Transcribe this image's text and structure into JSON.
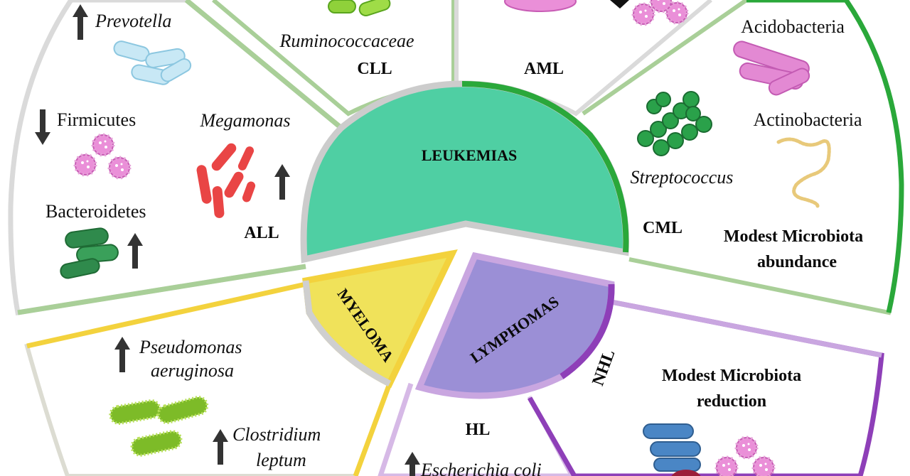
{
  "hubs": {
    "leukemias": "LEUKEMIAS",
    "myeloma": "MYELOMA",
    "lymphomas": "LYMPHOMAS"
  },
  "subtypes": {
    "cll": "CLL",
    "aml": "AML",
    "all": "ALL",
    "cml": "CML",
    "hl": "HL",
    "nhl": "NHL"
  },
  "labels": {
    "prevotella": "Prevotella",
    "ruminococcaceae": "Ruminococcaceae",
    "firmicutes": "Firmicutes",
    "megamonas": "Megamonas",
    "bacteroidetes": "Bacteroidetes",
    "acidobacteria": "Acidobacteria",
    "actinobacteria": "Actinobacteria",
    "streptococcus": "Streptococcus",
    "pseudomonas_line1": "Pseudomonas",
    "pseudomonas_line2": "aeruginosa",
    "clostridium_line1": "Clostridium",
    "clostridium_line2": "leptum",
    "escherichia": "Escherichia coli"
  },
  "notes": {
    "cml_line1": "Modest Microbiota",
    "cml_line2": "abundance",
    "nhl_line1": "Modest Microbiota",
    "nhl_line2": "reduction"
  },
  "colors": {
    "leukemia_fill": "#4fcfa3",
    "leukemia_green": "#2aa83a",
    "light_green": "#a9cf98",
    "myeloma_fill": "#f0e25a",
    "myeloma_yellow": "#f3d23d",
    "lymphoma_fill": "#9b8fd6",
    "lymphoma_purple": "#8e3fb8",
    "grey_border": "#d9d9d9"
  },
  "icons": [
    "arrow-up-icon",
    "arrow-down-icon",
    "rod-bacteria-icon",
    "cocci-bacteria-icon",
    "chain-bacteria-icon",
    "spiral-bacteria-icon"
  ]
}
